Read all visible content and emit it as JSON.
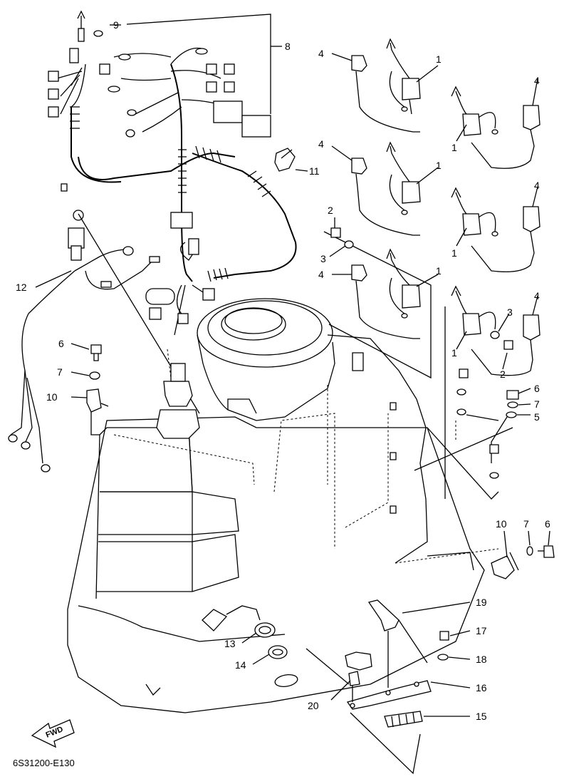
{
  "diagram": {
    "code": "6S31200-E130",
    "fwd_label": "FWD",
    "callouts": [
      {
        "id": "c1a",
        "text": "1"
      },
      {
        "id": "c1b",
        "text": "1"
      },
      {
        "id": "c1c",
        "text": "1"
      },
      {
        "id": "c1d",
        "text": "1"
      },
      {
        "id": "c1e",
        "text": "1"
      },
      {
        "id": "c1f",
        "text": "1"
      },
      {
        "id": "c2a",
        "text": "2"
      },
      {
        "id": "c2b",
        "text": "2"
      },
      {
        "id": "c3a",
        "text": "3"
      },
      {
        "id": "c3b",
        "text": "3"
      },
      {
        "id": "c4a",
        "text": "4"
      },
      {
        "id": "c4b",
        "text": "4"
      },
      {
        "id": "c4c",
        "text": "4"
      },
      {
        "id": "c4d",
        "text": "4"
      },
      {
        "id": "c4e",
        "text": "4"
      },
      {
        "id": "c4f",
        "text": "4"
      },
      {
        "id": "c5",
        "text": "5"
      },
      {
        "id": "c6a",
        "text": "6"
      },
      {
        "id": "c6b",
        "text": "6"
      },
      {
        "id": "c6c",
        "text": "6"
      },
      {
        "id": "c7a",
        "text": "7"
      },
      {
        "id": "c7b",
        "text": "7"
      },
      {
        "id": "c7c",
        "text": "7"
      },
      {
        "id": "c8",
        "text": "8"
      },
      {
        "id": "c9",
        "text": "9"
      },
      {
        "id": "c10a",
        "text": "10"
      },
      {
        "id": "c10b",
        "text": "10"
      },
      {
        "id": "c11",
        "text": "11"
      },
      {
        "id": "c12",
        "text": "12"
      },
      {
        "id": "c13",
        "text": "13"
      },
      {
        "id": "c14",
        "text": "14"
      },
      {
        "id": "c15",
        "text": "15"
      },
      {
        "id": "c16",
        "text": "16"
      },
      {
        "id": "c17",
        "text": "17"
      },
      {
        "id": "c18",
        "text": "18"
      },
      {
        "id": "c19",
        "text": "19"
      },
      {
        "id": "c20",
        "text": "20"
      }
    ]
  }
}
